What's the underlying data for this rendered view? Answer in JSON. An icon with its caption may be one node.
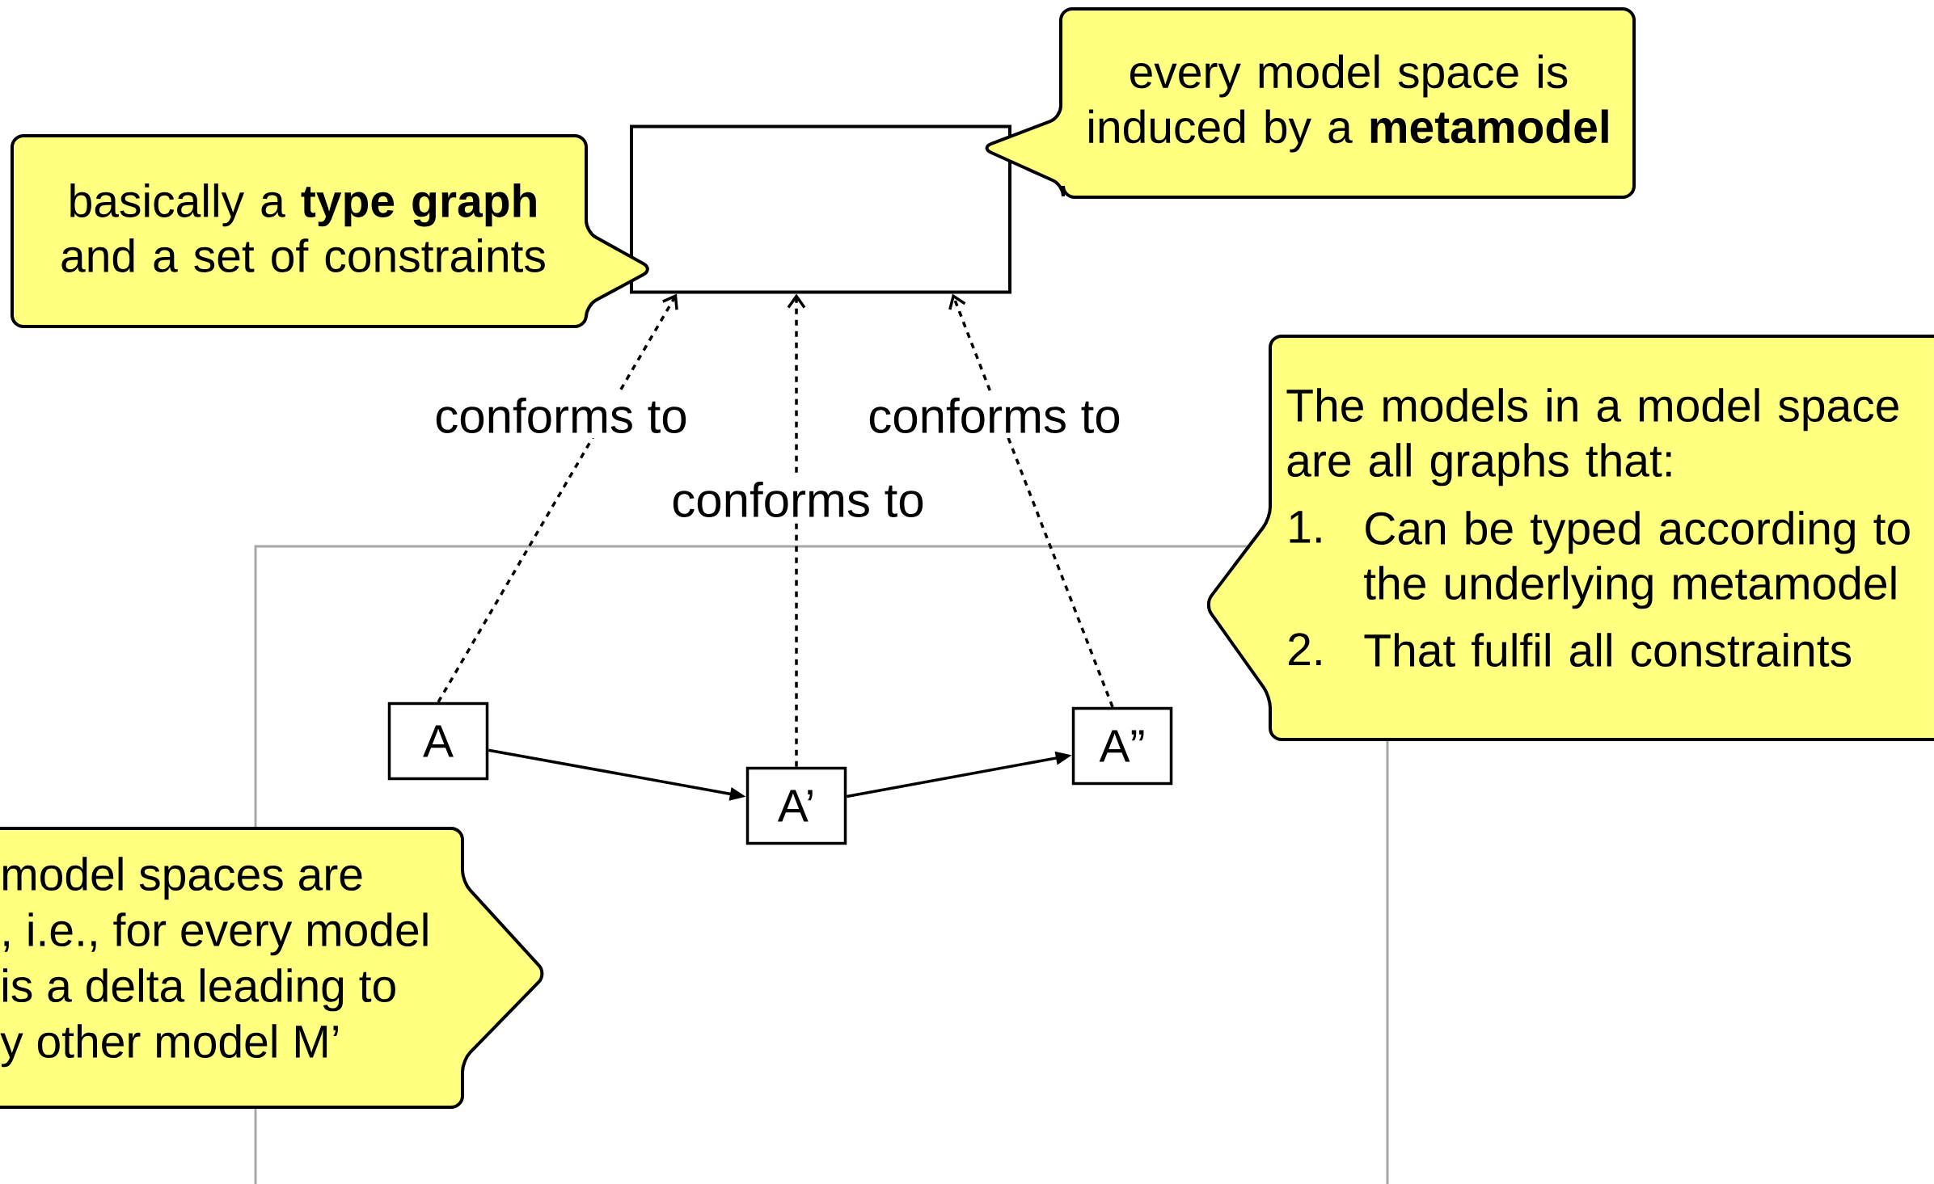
{
  "diagram": {
    "nodes": [
      {
        "text": [],
        "shape": "box"
      },
      {
        "text": [
          "basically a **type graph** and a set of constraints"
        ]
      },
      {
        "text": [
          "every model space is induced by a **metamodel**"
        ]
      },
      {
        "text": [],
        "shape": "box"
      },
      {
        "text": [
          "A"
        ],
        "in": 3
      },
      {
        "text": [
          "A’"
        ],
        "in": 3
      },
      {
        "text": [
          "A”"
        ],
        "in": 3
      },
      {
        "text": [
          "The models in a model space are all graphs that:",
          "Can be typed according to the underlying metamodel",
          "That fulfil all constraints"
        ]
      },
      {
        "text": [
          "model spaces are",
          ", i.e., for every model",
          "is a delta leading to",
          "y other model M’"
        ]
      }
    ],
    "edges": [
      {
        "from": 4,
        "to": 5,
        "arrow": "to"
      },
      {
        "from": 5,
        "to": 6,
        "arrow": "to"
      },
      {
        "from": 4,
        "to": 0,
        "arrow": "to",
        "style": "dashed",
        "label": "conforms to"
      },
      {
        "from": 5,
        "to": 0,
        "arrow": "to",
        "style": "dashed",
        "label": "conforms to"
      },
      {
        "from": 6,
        "to": 0,
        "arrow": "to",
        "style": "dashed",
        "label": "conforms to"
      }
    ],
    "labels": [
      "1.",
      "2."
    ]
  }
}
